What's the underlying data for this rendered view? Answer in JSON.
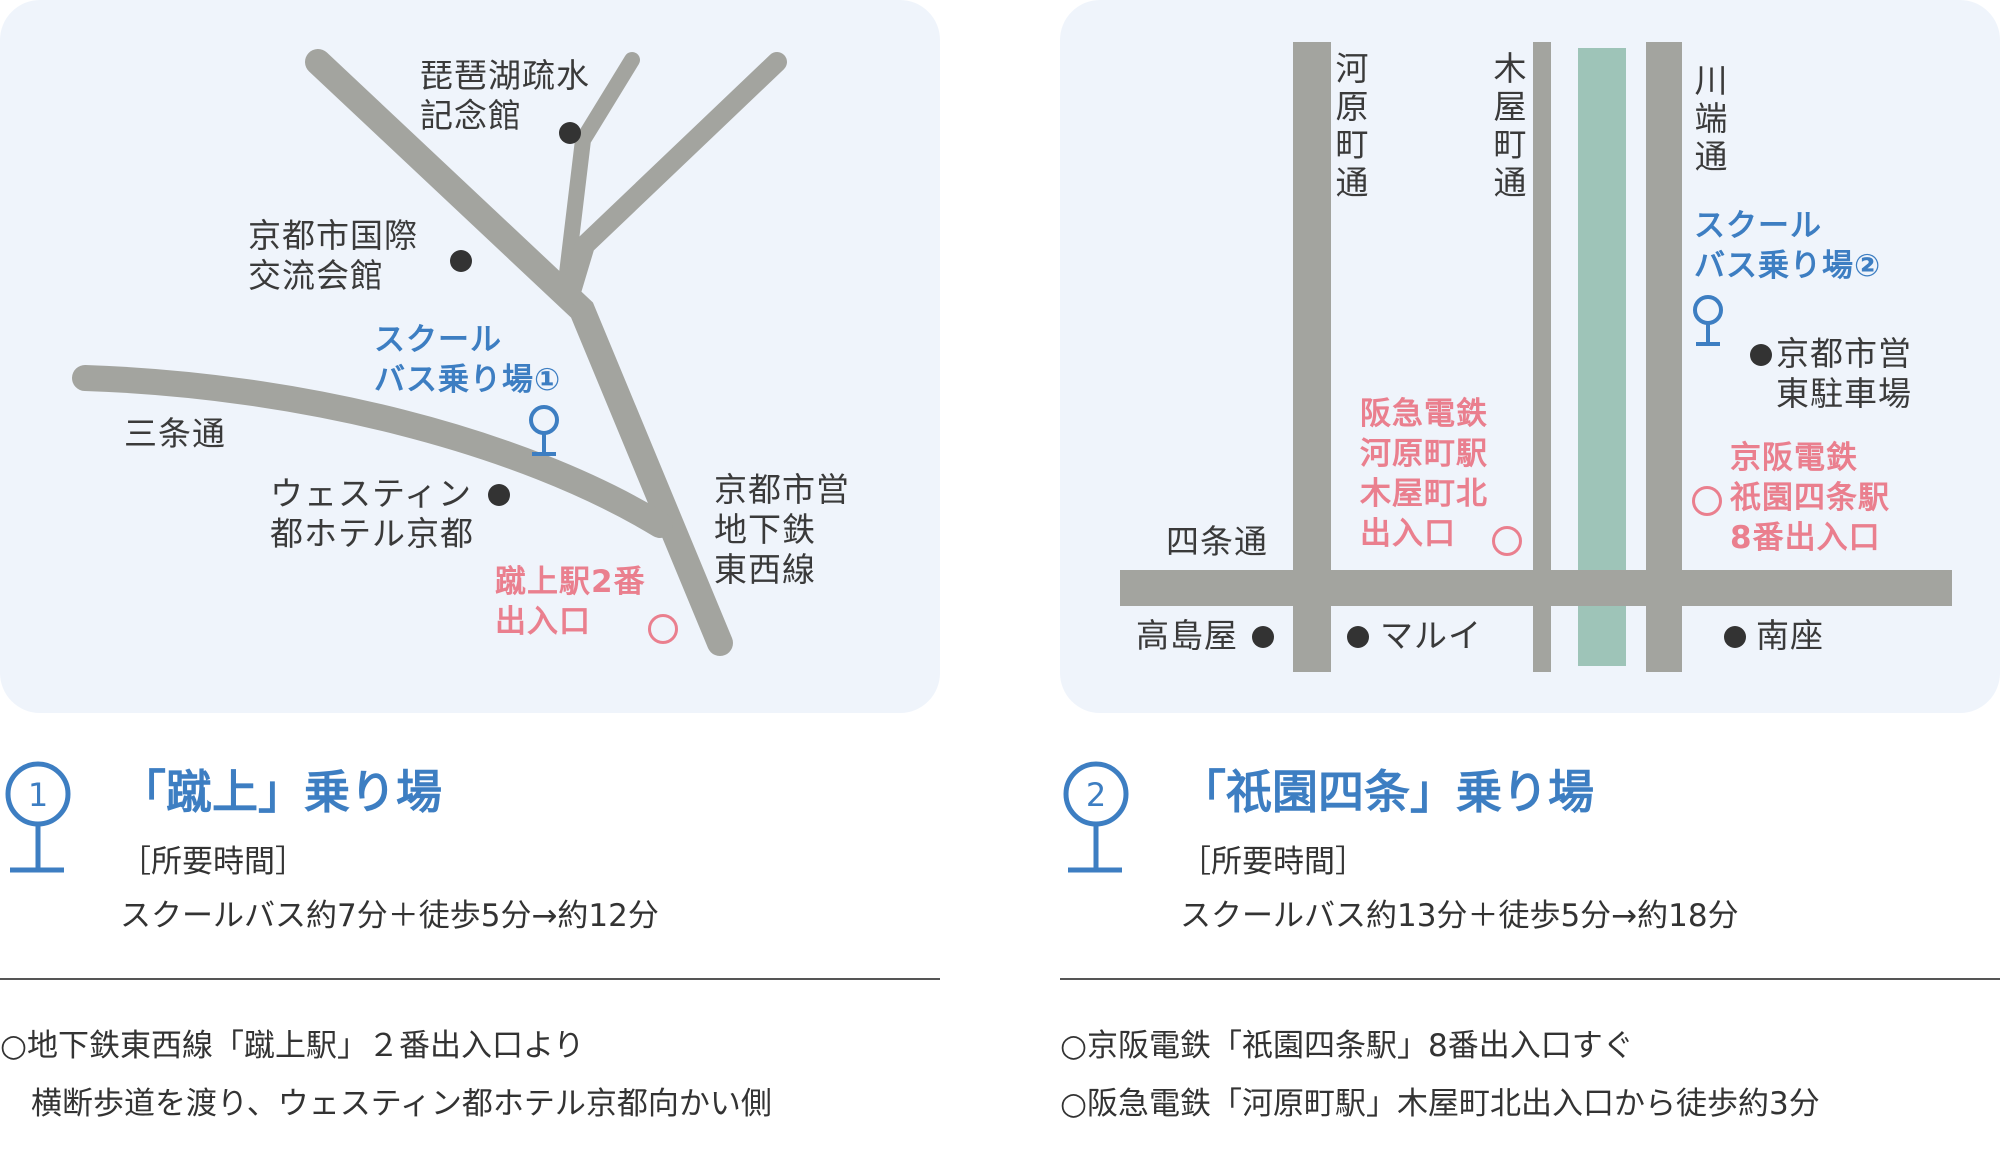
{
  "map1": {
    "labels": {
      "biwako": "琵琶湖疏水\n記念館",
      "kokusai": "京都市国際\n交流会館",
      "sanjo": "三条通",
      "westin": "ウェスティン\n都ホテル京都",
      "subway": "京都市営\n地下鉄\n東西線",
      "bus_stop": "スクール\nバス乗り場①",
      "exit": "蹴上駅2番\n出入口"
    }
  },
  "map2": {
    "labels": {
      "kawaramachi": "河原町通",
      "kiyamachi": "木屋町通",
      "kawabata": "川端通",
      "shijo": "四条通",
      "bus_stop": "スクール\nバス乗り場②",
      "parking": "京都市営\n東駐車場",
      "hankyu": "阪急電鉄\n河原町駅\n木屋町北\n出入口",
      "keihan": "京阪電鉄\n祇園四条駅\n8番出入口",
      "takashimaya": "高島屋",
      "marui": "マルイ",
      "minamiza": "南座"
    }
  },
  "stops": [
    {
      "number": "1",
      "title": "「蹴上」乗り場",
      "time_label": "［所要時間］",
      "time": "スクールバス約7分＋徒歩5分→約12分",
      "notes": [
        "○地下鉄東西線「蹴上駅」２番出入口より",
        "　横断歩道を渡り、ウェスティン都ホテル京都向かい側"
      ]
    },
    {
      "number": "2",
      "title": "「祇園四条」乗り場",
      "time_label": "［所要時間］",
      "time": "スクールバス約13分＋徒歩5分→約18分",
      "notes": [
        "○京阪電鉄「祇園四条駅」8番出入口すぐ",
        "○阪急電鉄「河原町駅」木屋町北出入口から徒歩約3分"
      ]
    }
  ],
  "colors": {
    "map_bg": "#eff4fb",
    "road": "#a3a49f",
    "river": "#9ec4b8",
    "accent_blue": "#3d7ec2",
    "accent_pink": "#ea7f8e"
  },
  "icons": [
    "bus-stop-pin-icon",
    "station-exit-ring-icon",
    "landmark-dot-icon"
  ]
}
